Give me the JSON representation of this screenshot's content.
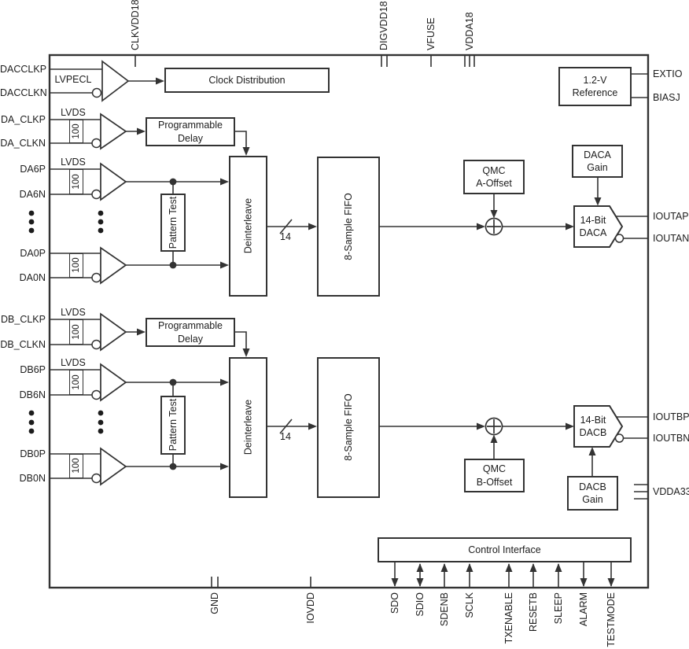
{
  "pins": {
    "top": [
      "CLKVDD18",
      "DIGVDD18",
      "VFUSE",
      "VDDA18"
    ],
    "left": [
      "DACCLKP",
      "DACCLKN",
      "DA_CLKP",
      "DA_CLKN",
      "DA6P",
      "DA6N",
      "DA0P",
      "DA0N",
      "DB_CLKP",
      "DB_CLKN",
      "DB6P",
      "DB6N",
      "DB0P",
      "DB0N"
    ],
    "right": [
      "EXTIO",
      "BIASJ",
      "IOUTAP",
      "IOUTAN",
      "IOUTBP",
      "IOUTBN",
      "VDDA33"
    ],
    "bottom": [
      "GND",
      "IOVDD",
      "SDO",
      "SDIO",
      "SDENB",
      "SCLK",
      "TXENABLE",
      "RESETB",
      "SLEEP",
      "ALARM",
      "TESTMODE"
    ]
  },
  "blocks": {
    "clock_distribution": [
      "Clock Distribution"
    ],
    "programmable_delay": [
      "Programmable",
      "Delay"
    ],
    "pattern_test": [
      "Pattern Test"
    ],
    "deinterleave": [
      "Deinterleave"
    ],
    "fifo": [
      "8-Sample FIFO"
    ],
    "qmc_a_offset": [
      "QMC",
      "A-Offset"
    ],
    "qmc_b_offset": [
      "QMC",
      "B-Offset"
    ],
    "daca_gain": [
      "DACA",
      "Gain"
    ],
    "dacb_gain": [
      "DACB",
      "Gain"
    ],
    "dac_a": [
      "14-Bit",
      "DACA"
    ],
    "dac_b": [
      "14-Bit",
      "DACB"
    ],
    "reference": [
      "1.2-V",
      "Reference"
    ],
    "control_interface": [
      "Control Interface"
    ]
  },
  "labels": {
    "lvpecl": "LVPECL",
    "lvds": "LVDS",
    "termination": "100",
    "bus_width": "14"
  },
  "colors": {
    "ink": "#333333",
    "background": "#ffffff"
  }
}
